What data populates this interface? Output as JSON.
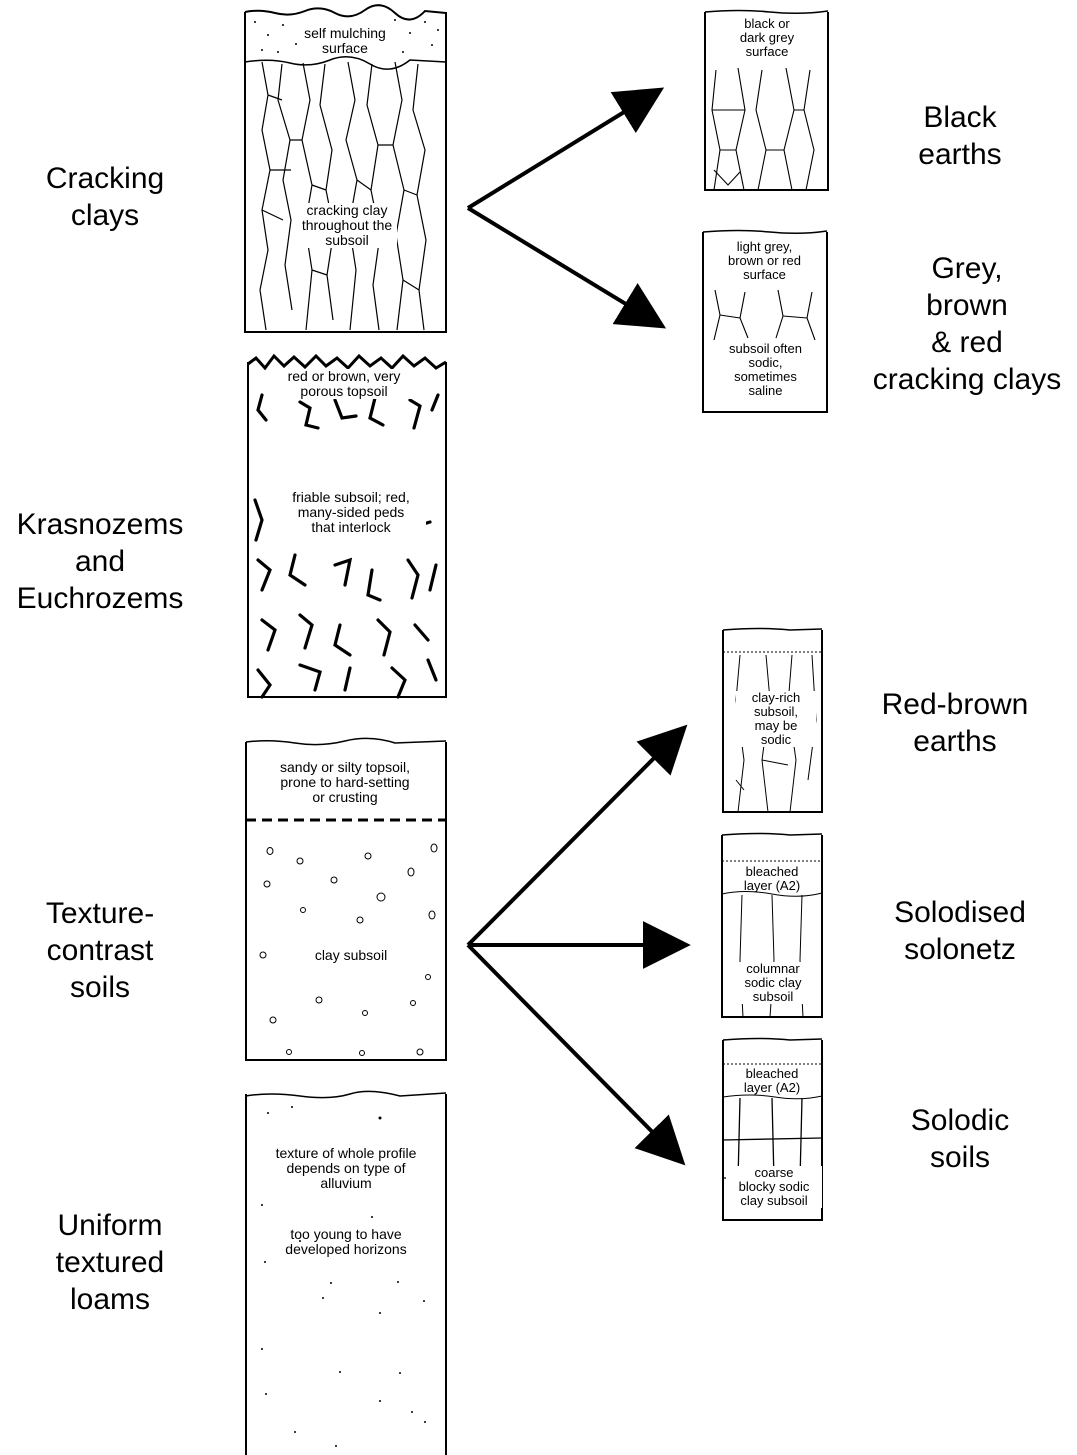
{
  "soil_groups": [
    {
      "id": "cracking",
      "lines": [
        "Cracking",
        "clays"
      ]
    },
    {
      "id": "krasnozem",
      "lines": [
        "Krasnozems",
        "and",
        "Euchrozems"
      ]
    },
    {
      "id": "texture",
      "lines": [
        "Texture-",
        "contrast",
        "soils"
      ]
    },
    {
      "id": "uniform",
      "lines": [
        "Uniform",
        "textured",
        "loams"
      ]
    }
  ],
  "soil_subgroups": [
    {
      "id": "black-earths",
      "lines": [
        "Black",
        "earths"
      ]
    },
    {
      "id": "grey-brown-red",
      "lines": [
        "Grey,",
        "brown",
        "& red",
        "cracking clays"
      ]
    },
    {
      "id": "red-brown-earths",
      "lines": [
        "Red-brown",
        "earths"
      ]
    },
    {
      "id": "solodised",
      "lines": [
        "Solodised",
        "solonetz"
      ]
    },
    {
      "id": "solodic",
      "lines": [
        "Solodic",
        "soils"
      ]
    }
  ],
  "profiles": {
    "cracking": {
      "surface": [
        "self mulching",
        "surface"
      ],
      "subsoil": [
        "cracking clay",
        "throughout the",
        "subsoil"
      ]
    },
    "black_earths": {
      "surface": [
        "black or",
        "dark grey",
        "surface"
      ]
    },
    "grey_cracking": {
      "surface": [
        "light grey,",
        "brown or red",
        "surface"
      ],
      "subsoil": [
        "subsoil often",
        "sodic,",
        "sometimes",
        "saline"
      ]
    },
    "krasnozem": {
      "topsoil": [
        "red or brown, very",
        "porous topsoil"
      ],
      "subsoil": [
        "friable subsoil; red,",
        "many-sided peds",
        "that interlock"
      ]
    },
    "texture_contrast": {
      "topsoil": [
        "sandy or silty topsoil,",
        "prone to hard-setting",
        "or crusting"
      ],
      "subsoil": [
        "clay subsoil"
      ]
    },
    "red_brown": {
      "subsoil": [
        "clay-rich",
        "subsoil,",
        "may be",
        "sodic"
      ]
    },
    "solodised": {
      "bleached": [
        "bleached",
        "layer (A2)"
      ],
      "subsoil": [
        "columnar",
        "sodic clay",
        "subsoil"
      ]
    },
    "solodic": {
      "bleached": [
        "bleached",
        "layer (A2)"
      ],
      "subsoil": [
        "coarse",
        "blocky sodic",
        "clay subsoil"
      ]
    },
    "uniform": {
      "upper": [
        "texture of whole profile",
        "depends on type of",
        "alluvium"
      ],
      "lower": [
        "too young to have",
        "developed horizons"
      ]
    }
  }
}
